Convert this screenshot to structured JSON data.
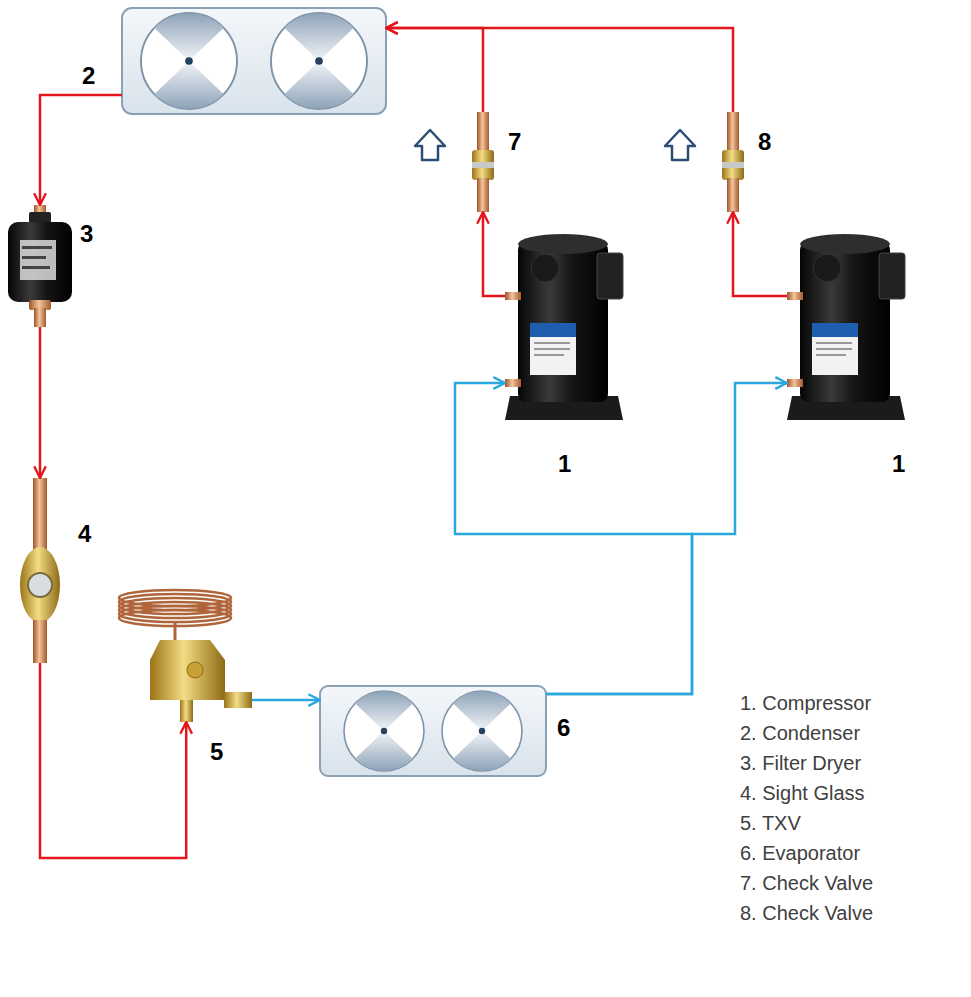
{
  "diagram": {
    "nodes": [
      {
        "text": [
          "2"
        ]
      },
      {
        "text": [
          "7"
        ]
      },
      {
        "text": [
          "8"
        ]
      },
      {
        "text": [
          "3"
        ]
      },
      {
        "text": [
          "1"
        ]
      },
      {
        "text": [
          "1"
        ]
      },
      {
        "text": [
          "4"
        ]
      },
      {
        "text": [
          "5"
        ]
      },
      {
        "text": [
          "6"
        ]
      }
    ],
    "edges": [
      {
        "from": 4,
        "to": 1,
        "arrow": "to"
      },
      {
        "from": 5,
        "to": 2,
        "arrow": "to"
      },
      {
        "from": 1,
        "to": 0,
        "arrow": "to"
      },
      {
        "from": 2,
        "to": 0,
        "arrow": "to"
      },
      {
        "from": 0,
        "to": 3,
        "arrow": "to"
      },
      {
        "from": 3,
        "to": 6,
        "arrow": "to"
      },
      {
        "from": 6,
        "to": 7,
        "arrow": "to"
      },
      {
        "from": 7,
        "to": 8,
        "arrow": "to"
      },
      {
        "from": 8,
        "to": 4,
        "arrow": "to"
      },
      {
        "from": 8,
        "to": 5,
        "arrow": "to"
      }
    ],
    "legend": [
      {
        "text": "1. Compressor"
      },
      {
        "text": "2. Condenser"
      },
      {
        "text": "3. Filter Dryer"
      },
      {
        "text": "4. Sight Glass"
      },
      {
        "text": "5. TXV"
      },
      {
        "text": "6. Evaporator"
      },
      {
        "text": "7. Check Valve"
      },
      {
        "text": "8. Check Valve"
      }
    ]
  }
}
